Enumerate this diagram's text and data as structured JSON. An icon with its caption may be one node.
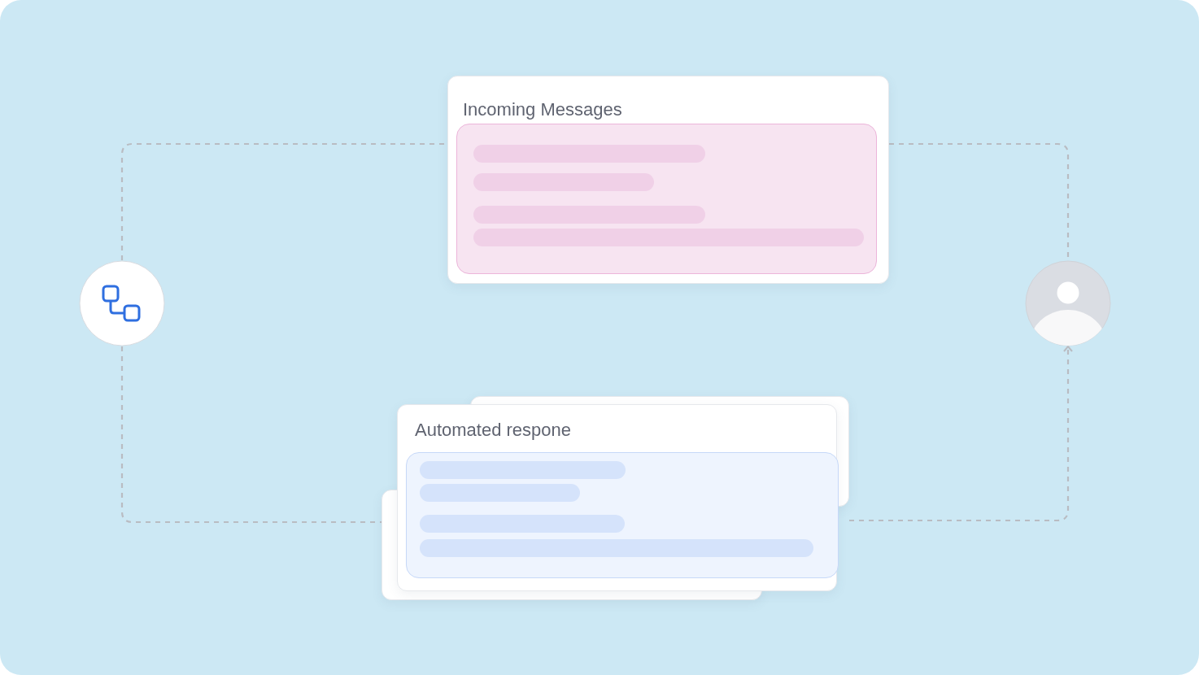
{
  "diagram": {
    "nodes": [
      {
        "text": [],
        "shape": "circle"
      },
      {
        "text": [
          "Incoming Messages"
        ]
      },
      {
        "text": [],
        "shape": "person"
      },
      {
        "text": [
          "Automated respone"
        ]
      }
    ],
    "edges": [
      {
        "from": 0,
        "to": 1,
        "arrow": "none",
        "style": "dashed"
      },
      {
        "from": 1,
        "to": 2,
        "arrow": "none",
        "style": "dashed"
      },
      {
        "from": 0,
        "to": 3,
        "arrow": "none",
        "style": "dashed"
      },
      {
        "from": 3,
        "to": 2,
        "arrow": "to",
        "style": "dashed"
      }
    ]
  }
}
